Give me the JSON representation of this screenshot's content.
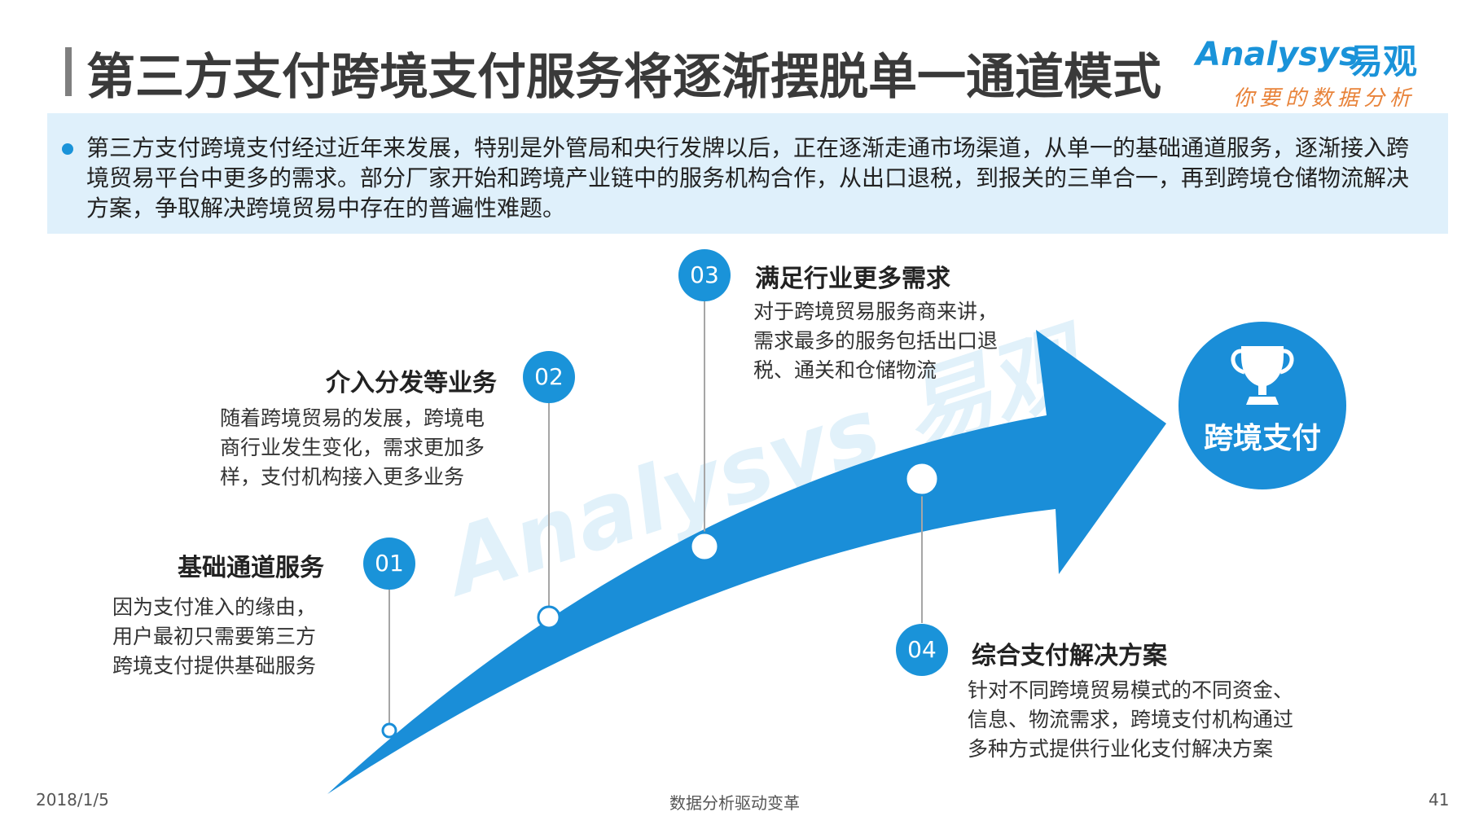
{
  "header": {
    "title": "第三方支付跨境支付服务将逐渐摆脱单一通道模式"
  },
  "logo": {
    "brand_en": "Analysys",
    "brand_cn": "易观",
    "slogan": "你要的数据分析",
    "watermark": "Analysys 易观"
  },
  "summary": {
    "text": "第三方支付跨境支付经过近年来发展，特别是外管局和央行发牌以后，正在逐渐走通市场渠道，从单一的基础通道服务，逐渐接入跨境贸易平台中更多的需求。部分厂家开始和跨境产业链中的服务机构合作，从出口退税，到报关的三单合一，再到跨境仓储物流解决方案，争取解决跨境贸易中存在的普遍性难题。"
  },
  "steps": [
    {
      "number": "01",
      "title": "基础通道服务",
      "description": "因为支付准入的缘由，用户最初只需要第三方跨境支付提供基础服务"
    },
    {
      "number": "02",
      "title": "介入分发等业务",
      "description": "随着跨境贸易的发展，跨境电商行业发生变化，需求更加多样，支付机构接入更多业务"
    },
    {
      "number": "03",
      "title": "满足行业更多需求",
      "description": "对于跨境贸易服务商来讲，需求最多的服务包括出口退税、通关和仓储物流"
    },
    {
      "number": "04",
      "title": "综合支付解决方案",
      "description": "针对不同跨境贸易模式的不同资金、信息、物流需求，跨境支付机构通过多种方式提供行业化支付解决方案"
    }
  ],
  "target": {
    "label": "跨境支付",
    "icon": "trophy-icon"
  },
  "footer": {
    "date": "2018/1/5",
    "slogan": "数据分析驱动变革",
    "page_number": "41"
  },
  "colors": {
    "accent": "#1a93d9",
    "arrow": "#1a8ed8",
    "summary_bg": "#dff0fb",
    "slogan": "#e8833a"
  }
}
